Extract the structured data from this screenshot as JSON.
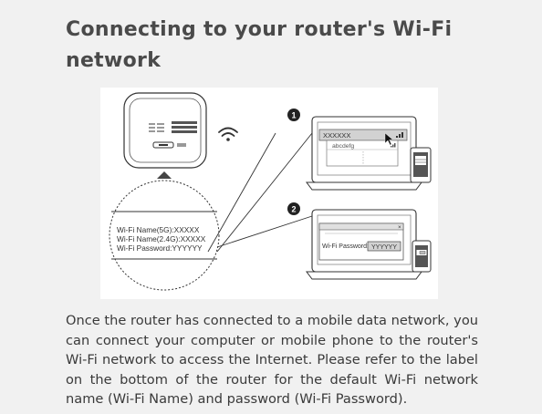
{
  "heading": "Connecting to your router's Wi-Fi network",
  "illustration": {
    "step_1_number": "1",
    "step_2_number": "2",
    "label_lines": [
      "Wi-Fi Name(5G):XXXXX",
      "Wi-Fi Name(2.4G):XXXXX",
      "Wi-Fi Password:YYYYYY"
    ],
    "laptop1_network_name": "XXXXXX",
    "laptop1_network_item": "abcdefg",
    "laptop2_password_label": "Wi-Fi Password:",
    "laptop2_password_value": "YYYYYY",
    "dialog_close_glyph": "×"
  },
  "body_paragraph": "Once the router has connected to a mobile data network, you can connect your computer or mobile phone to the router's Wi-Fi network to access the Internet. Please refer to the label on the bottom of the router for the default Wi-Fi network name (Wi-Fi Name) and password (Wi-Fi Password)."
}
